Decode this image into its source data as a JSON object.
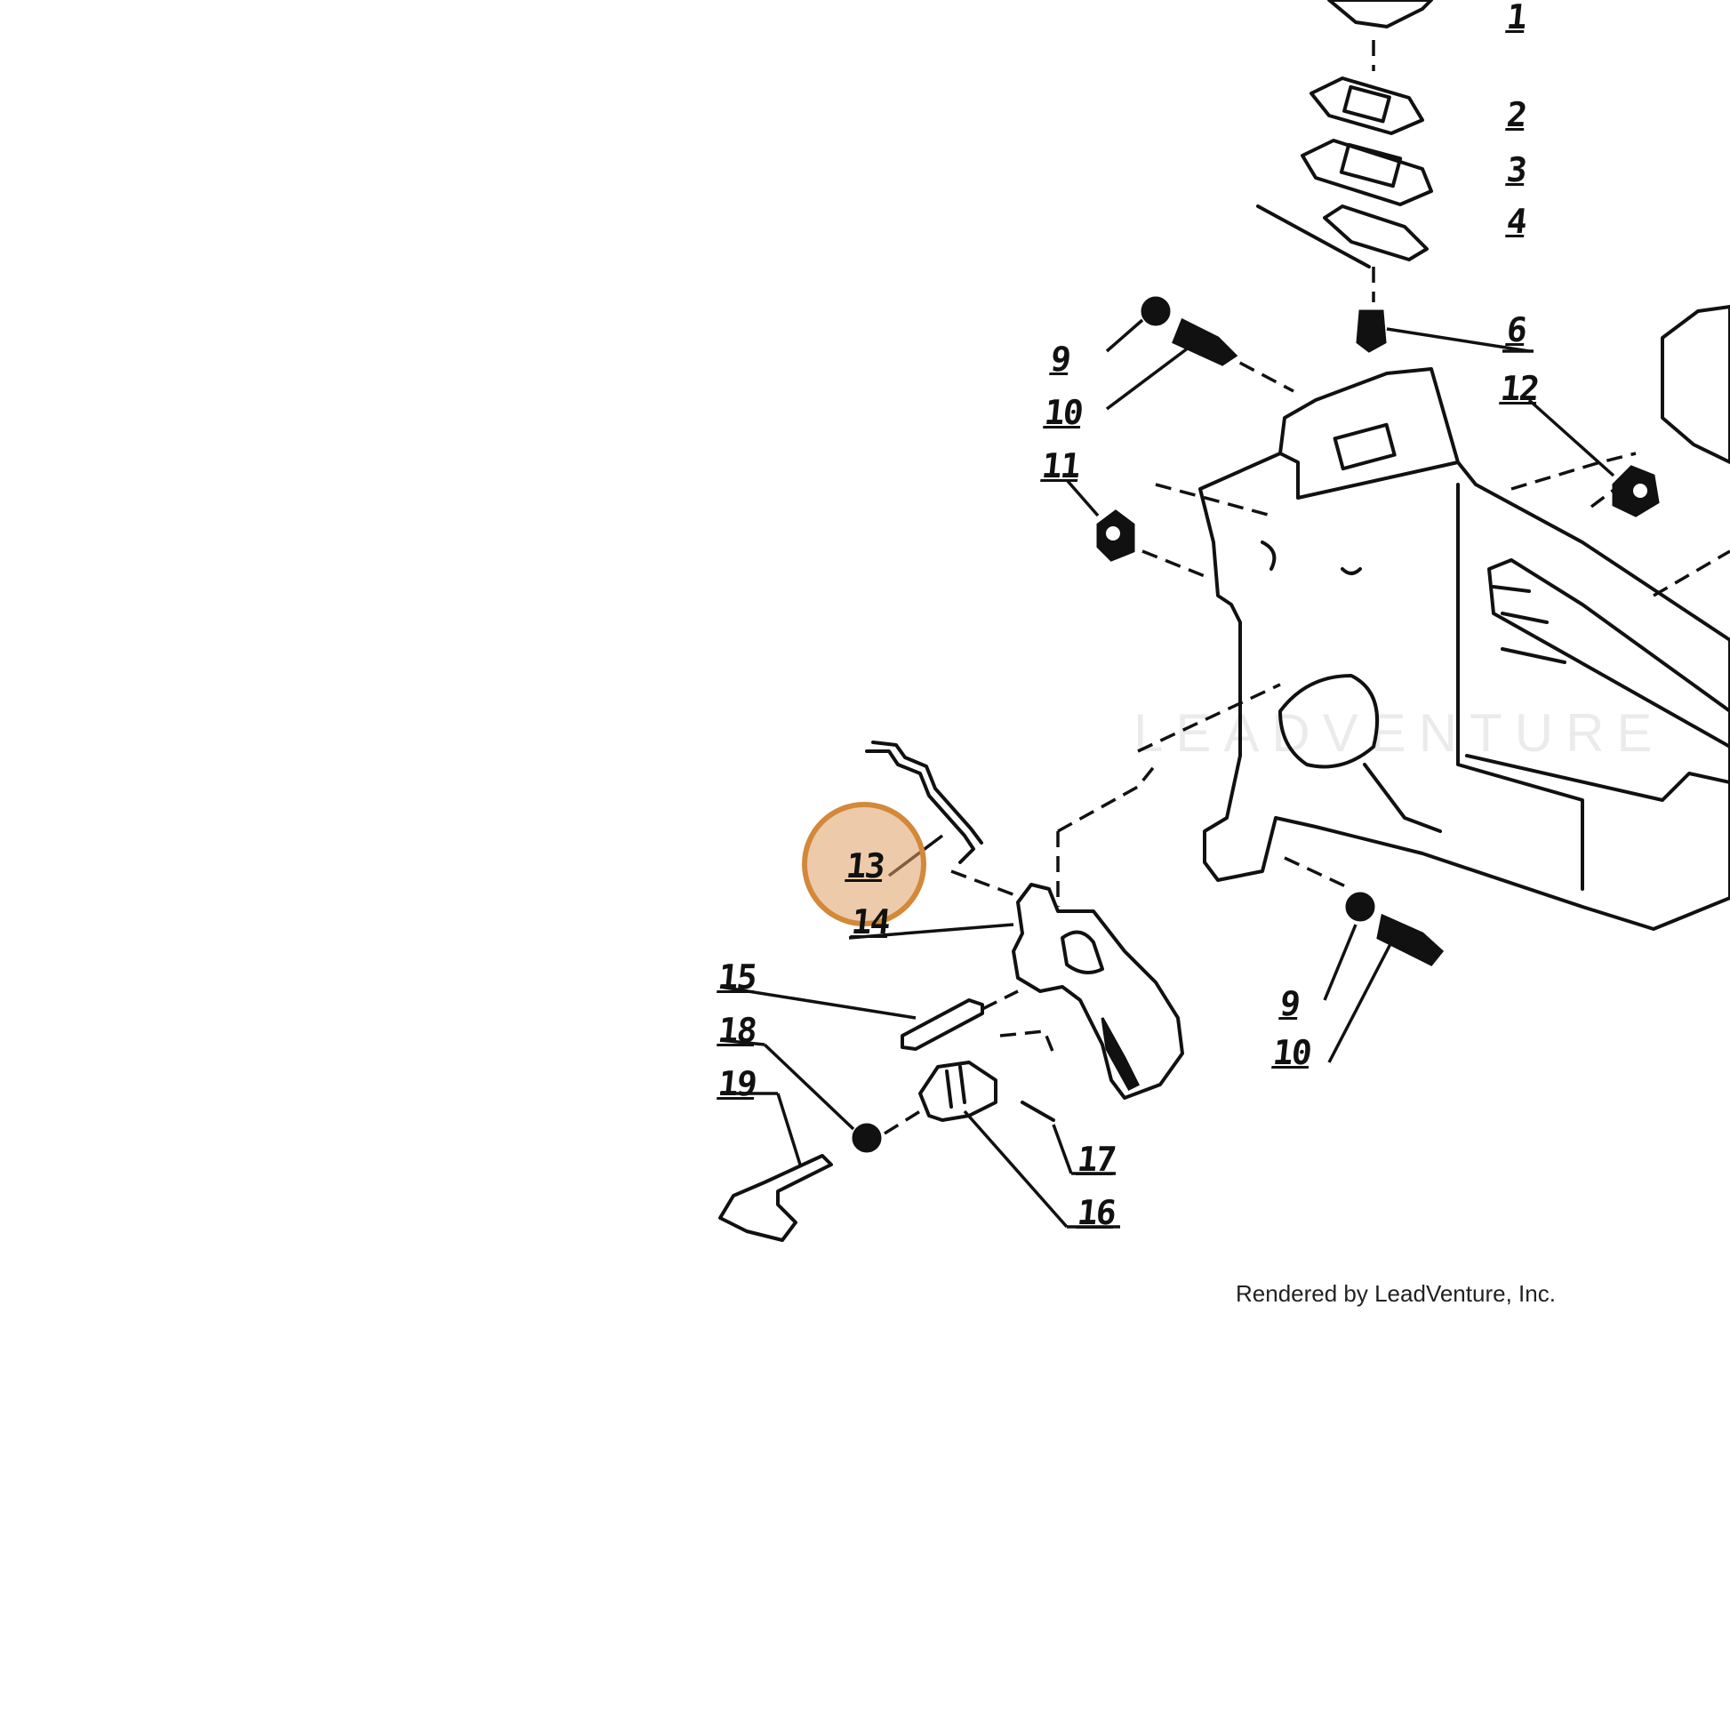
{
  "diagram": {
    "callouts": [
      {
        "id": "c1",
        "label": "1"
      },
      {
        "id": "c2",
        "label": "2"
      },
      {
        "id": "c3",
        "label": "3"
      },
      {
        "id": "c4",
        "label": "4"
      },
      {
        "id": "c6",
        "label": "6"
      },
      {
        "id": "c9a",
        "label": "9"
      },
      {
        "id": "c10a",
        "label": "10"
      },
      {
        "id": "c11",
        "label": "11"
      },
      {
        "id": "c12",
        "label": "12"
      },
      {
        "id": "c13",
        "label": "13"
      },
      {
        "id": "c14",
        "label": "14"
      },
      {
        "id": "c15",
        "label": "15"
      },
      {
        "id": "c16",
        "label": "16"
      },
      {
        "id": "c17",
        "label": "17"
      },
      {
        "id": "c18",
        "label": "18"
      },
      {
        "id": "c19",
        "label": "19"
      },
      {
        "id": "c9b",
        "label": "9"
      },
      {
        "id": "c10b",
        "label": "10"
      }
    ],
    "highlighted_callout": "13",
    "highlight_color": "#d3893a",
    "watermark": "LEADVENTURE",
    "credit": "Rendered by LeadVenture, Inc."
  }
}
